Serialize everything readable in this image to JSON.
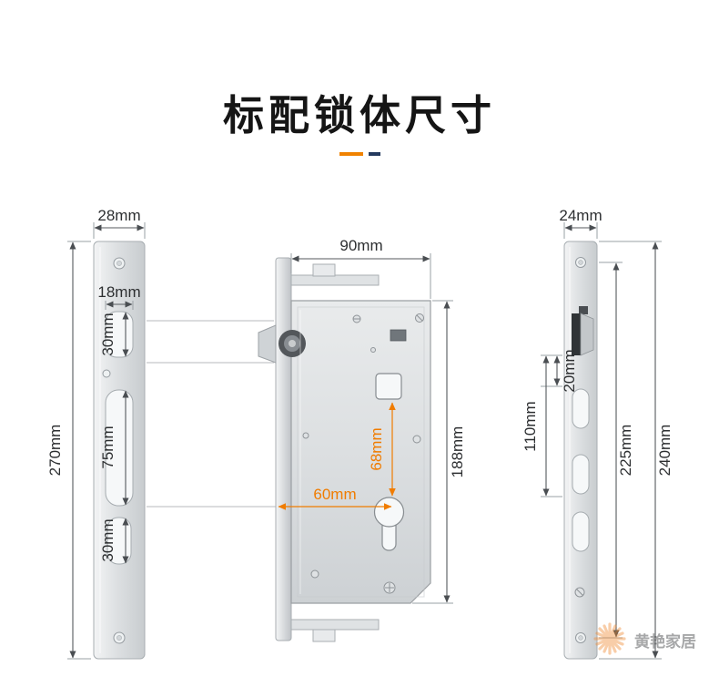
{
  "title": "标配锁体尺寸",
  "colors": {
    "accent_orange": "#f08200",
    "divider_navy": "#243a5e",
    "dimension_line": "#55595d",
    "metal_light": "#f3f4f5",
    "metal_dark": "#c8cccf"
  },
  "strike_plate": {
    "width": "28mm",
    "height": "270mm",
    "hole_width": "18mm",
    "top_slot": "30mm",
    "middle_slot": "75mm",
    "bottom_slot": "30mm"
  },
  "lock_body": {
    "width": "90mm",
    "height": "188mm",
    "center_distance": "68mm",
    "backset": "60mm"
  },
  "edge_plate": {
    "width": "24mm",
    "latch_gap": "20mm",
    "latch_to_bolt": "110mm",
    "screw_distance": "225mm",
    "height": "240mm"
  },
  "watermark": {
    "text": "黄艳家居"
  }
}
